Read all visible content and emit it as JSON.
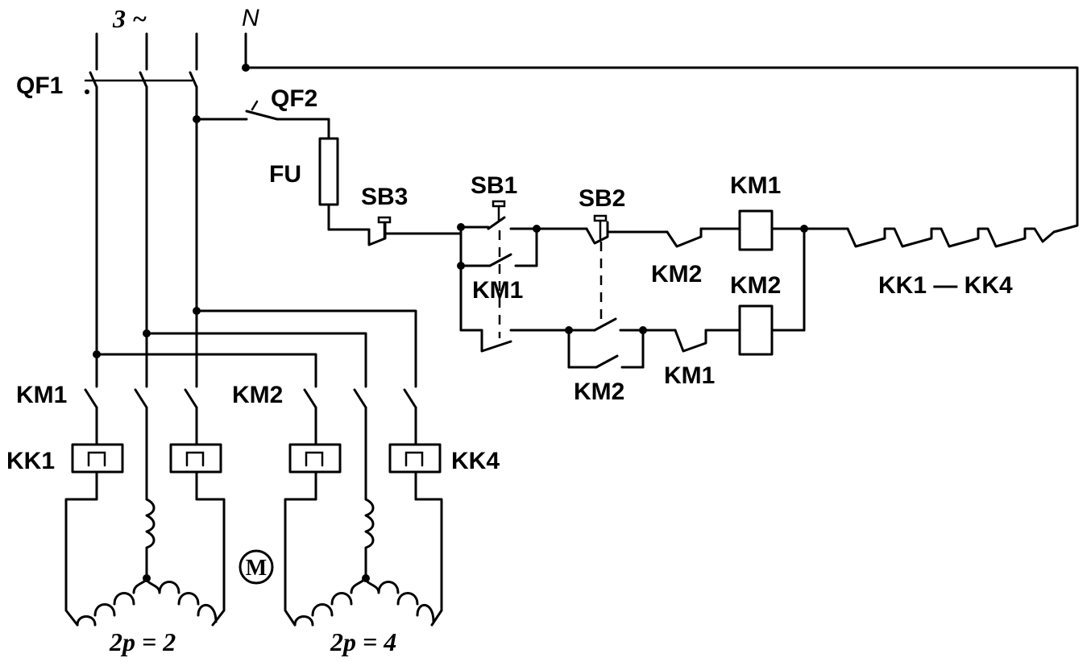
{
  "supply": {
    "three_phase": "3 ~",
    "neutral": "N"
  },
  "breakers": {
    "main": "QF1",
    "control": "QF2"
  },
  "fuse": "FU",
  "buttons": {
    "stop": "SB3",
    "fwd": "SB1",
    "rev": "SB2"
  },
  "coils": {
    "km1": "KM1",
    "km2": "KM2"
  },
  "contacts": {
    "km1_hold": "KM1",
    "km2_interlock": "KM2",
    "km2_hold": "KM2",
    "km1_interlock": "KM1",
    "overload_chain": "KK1 — KK4"
  },
  "power": {
    "km1": "KM1",
    "km2": "KM2",
    "kk1": "KK1",
    "kk4": "KK4"
  },
  "motor": {
    "symbol": "M",
    "winding1": "2p = 2",
    "winding2": "2p = 4"
  }
}
